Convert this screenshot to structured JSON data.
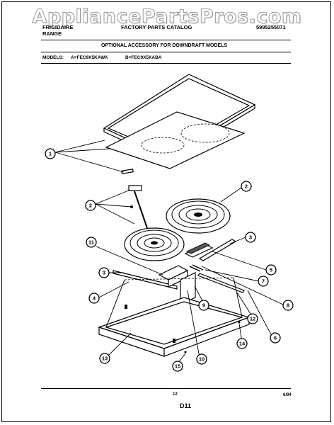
{
  "watermark": "AppliancePartsPros.com",
  "header": {
    "brand_line1": "FRIGIDAIRE",
    "brand_line2": "RANGE",
    "catalog": "FACTORY PARTS CATALOG",
    "part_number": "5995255071",
    "subtitle": "OPTIONAL ACCESSORY FOR DOWNDRAFT MODELS",
    "models_label": "MODELS:",
    "model_a": "A=FEC9X5KAWA",
    "model_b": "B=FEC9X5XABA"
  },
  "callouts": [
    "1",
    "2",
    "2",
    "3",
    "3",
    "4",
    "5",
    "6",
    "7",
    "8",
    "9",
    "10",
    "11",
    "12",
    "13",
    "14",
    "15"
  ],
  "footer": {
    "page_number": "12",
    "date": "6/94",
    "diagram_id": "D11"
  }
}
